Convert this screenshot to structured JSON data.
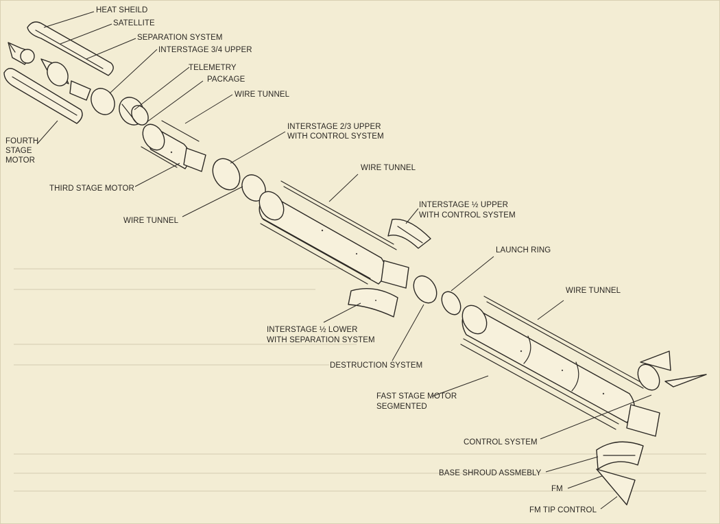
{
  "labels": {
    "heat_shield": "HEAT SHEILD",
    "satellite": "SATELLITE",
    "separation_system": "SEPARATION SYSTEM",
    "interstage_34_upper": "INTERSTAGE 3/4 UPPER",
    "telemetry_1": "TELEMETRY",
    "telemetry_2": "PACKAGE",
    "wire_tunnel_1": "WIRE TUNNEL",
    "fourth_stage_1": "FOURTH",
    "fourth_stage_2": "STAGE",
    "fourth_stage_3": "MOTOR",
    "interstage_23_1": "INTERSTAGE 2/3 UPPER",
    "interstage_23_2": "WITH CONTROL SYSTEM",
    "third_stage_motor": "THIRD STAGE MOTOR",
    "wire_tunnel_2": "WIRE TUNNEL",
    "wire_tunnel_3": "WIRE TUNNEL",
    "interstage_12_upper_1": "INTERSTAGE ½ UPPER",
    "interstage_12_upper_2": "WITH CONTROL SYSTEM",
    "launch_ring": "LAUNCH RING",
    "wire_tunnel_4": "WIRE TUNNEL",
    "interstage_12_lower_1": "INTERSTAGE ½ LOWER",
    "interstage_12_lower_2": "WITH SEPARATION SYSTEM",
    "destruction_system": "DESTRUCTION SYSTEM",
    "fast_stage_1": "FAST STAGE MOTOR",
    "fast_stage_2": "SEGMENTED",
    "control_system": "CONTROL SYSTEM",
    "base_shroud": "BASE SHROUD ASSMEBLY",
    "fm": "FM",
    "fm_tip": "FM TIP CONTROL"
  }
}
